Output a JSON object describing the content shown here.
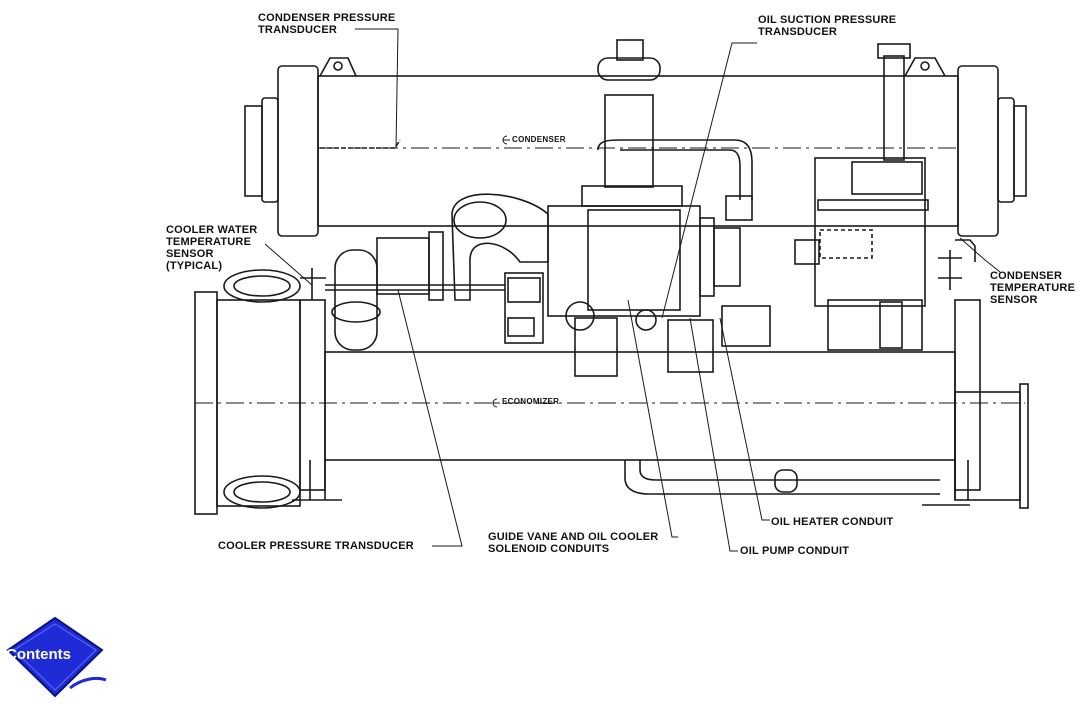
{
  "labels": {
    "condenser_pressure_l1": "CONDENSER PRESSURE",
    "condenser_pressure_l2": "TRANSDUCER",
    "oil_suction_l1": "OIL SUCTION PRESSURE",
    "oil_suction_l2": "TRANSDUCER",
    "cooler_water_l1": "COOLER WATER",
    "cooler_water_l2": "TEMPERATURE",
    "cooler_water_l3": "SENSOR",
    "cooler_water_l4": "(TYPICAL)",
    "condenser_temp_l1": "CONDENSER",
    "condenser_temp_l2": "TEMPERATURE",
    "condenser_temp_l3": "SENSOR",
    "condenser_section": "CONDENSER",
    "economizer_section": "ECONOMIZER",
    "oil_heater": "OIL HEATER CONDUIT",
    "guide_vane_l1": "GUIDE VANE AND OIL COOLER",
    "guide_vane_l2": "SOLENOID CONDUITS",
    "oil_pump": "OIL PUMP CONDUIT",
    "cooler_pressure": "COOLER PRESSURE TRANSDUCER"
  },
  "nav": {
    "contents_label": "Contents"
  },
  "colors": {
    "line": "#1a1a1a",
    "button_blue": "#1f2bd6",
    "button_dark": "#0a1280"
  }
}
